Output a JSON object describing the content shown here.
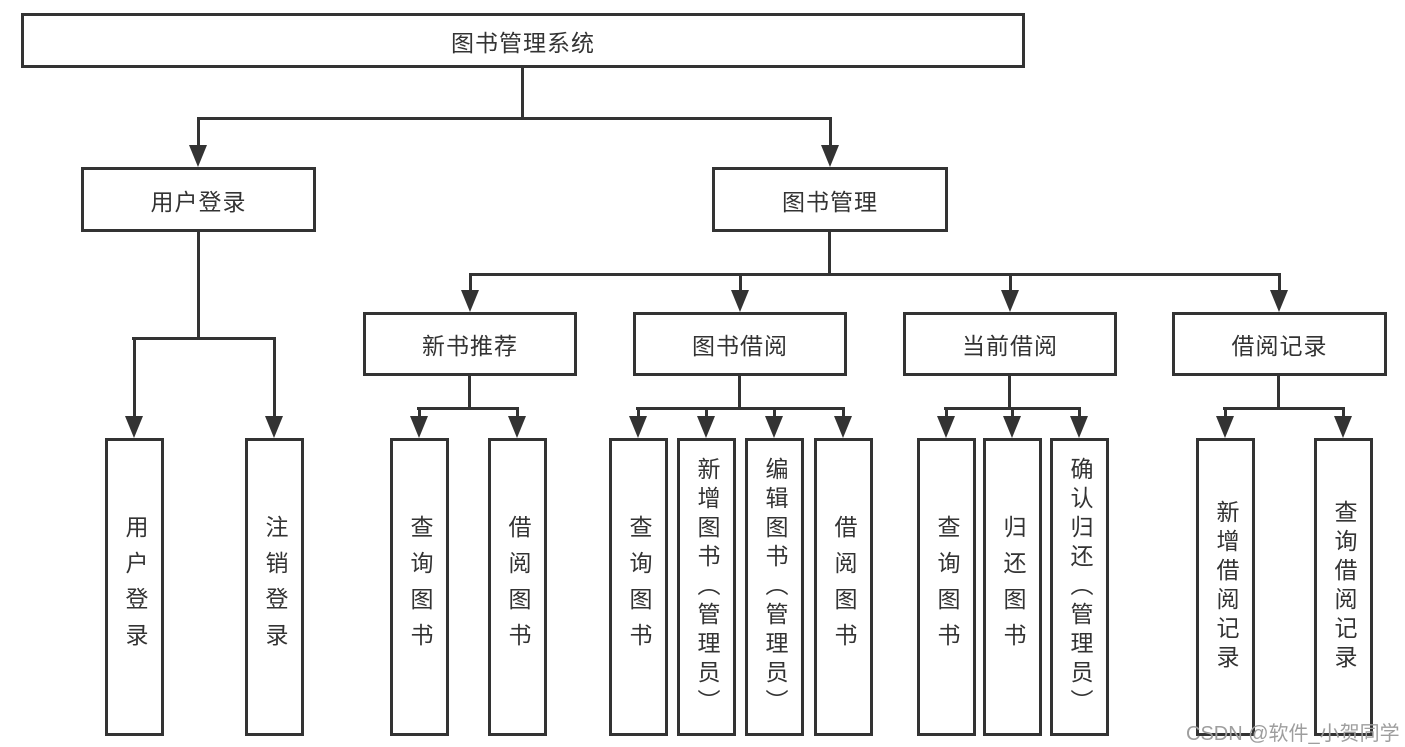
{
  "tree": {
    "root": {
      "label": "图书管理系统"
    },
    "branches": [
      {
        "label": "用户登录",
        "leaves": [
          "用户登录",
          "注销登录"
        ]
      },
      {
        "label": "图书管理",
        "sections": [
          {
            "label": "新书推荐",
            "leaves": [
              "查询图书",
              "借阅图书"
            ]
          },
          {
            "label": "图书借阅",
            "leaves": [
              "查询图书",
              "新增图书（管理员）",
              "编辑图书（管理员）",
              "借阅图书"
            ]
          },
          {
            "label": "当前借阅",
            "leaves": [
              "查询图书",
              "归还图书",
              "确认归还（管理员）"
            ]
          },
          {
            "label": "借阅记录",
            "leaves": [
              "新增借阅记录",
              "查询借阅记录"
            ]
          }
        ]
      }
    ]
  },
  "watermark": {
    "text": "CSDN @软件_小贺同学"
  },
  "colors": {
    "line": "#333333",
    "box_background": "#ffffff",
    "watermark": "#9e9e9e"
  }
}
